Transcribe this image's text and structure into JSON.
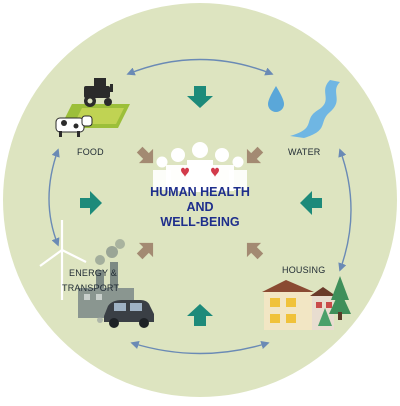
{
  "center": {
    "line1": "HUMAN HEALTH",
    "line2": "AND",
    "line3": "WELL-BEING"
  },
  "sectors": {
    "food": "FOOD",
    "water": "WATER",
    "energy_line1": "ENERGY &",
    "energy_line2": "TRANSPORT",
    "housing": "HOUSING"
  },
  "colors": {
    "background_circle": "#dde4c0",
    "teal_arrow": "#1d8a7a",
    "brown_arrow": "#a38a72",
    "cycle_arrow": "#6a8ab5",
    "title_text": "#1e2e8c"
  }
}
